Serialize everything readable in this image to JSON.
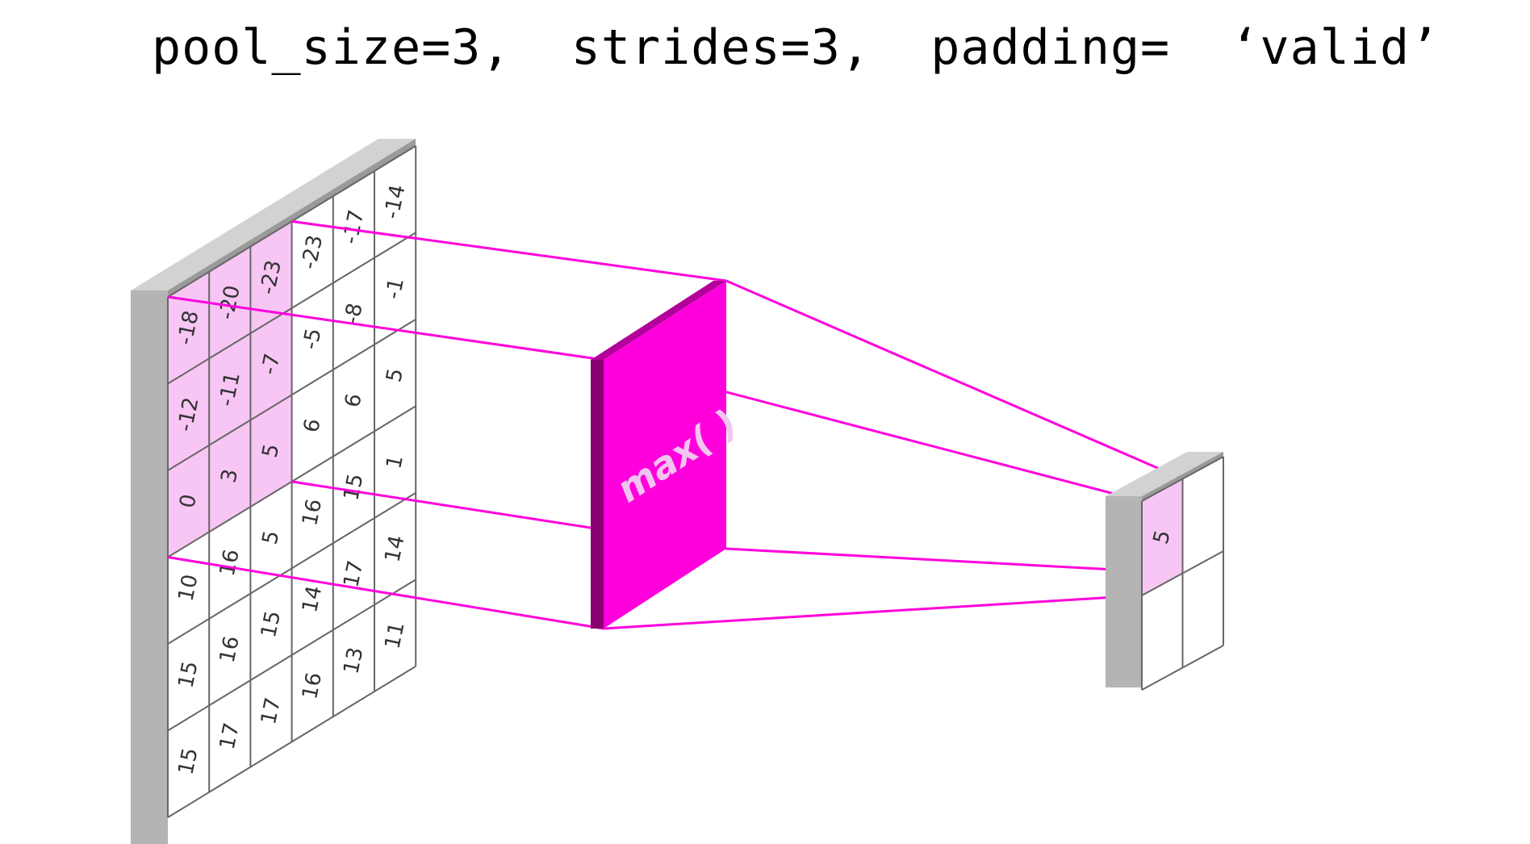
{
  "title": "pool_size=3,  strides=3,  padding=  ‘valid’",
  "input_grid": [
    [
      "-18",
      "-20",
      "-23",
      "-23",
      "-17",
      "-14"
    ],
    [
      "-12",
      "-11",
      "-7",
      "-5",
      "-8",
      "-1"
    ],
    [
      "0",
      "3",
      "5",
      "6",
      "6",
      "5"
    ],
    [
      "10",
      "16",
      "5",
      "16",
      "15",
      "1"
    ],
    [
      "15",
      "16",
      "15",
      "14",
      "17",
      "14"
    ],
    [
      "15",
      "17",
      "17",
      "16",
      "13",
      "11"
    ]
  ],
  "pool_window": {
    "rows": 3,
    "cols": 3,
    "row": 0,
    "col": 0
  },
  "operation_label": "max( )",
  "output_grid": [
    [
      "5",
      ""
    ],
    [
      "",
      ""
    ]
  ],
  "colors": {
    "highlight": "#f7c6f4",
    "connector": "#ff00dd",
    "block_face": "#ff00dd",
    "block_side": "#8a0070",
    "frame_face": "#b4b4b4",
    "frame_top": "#d2d2d2",
    "grid_line": "#666666"
  }
}
